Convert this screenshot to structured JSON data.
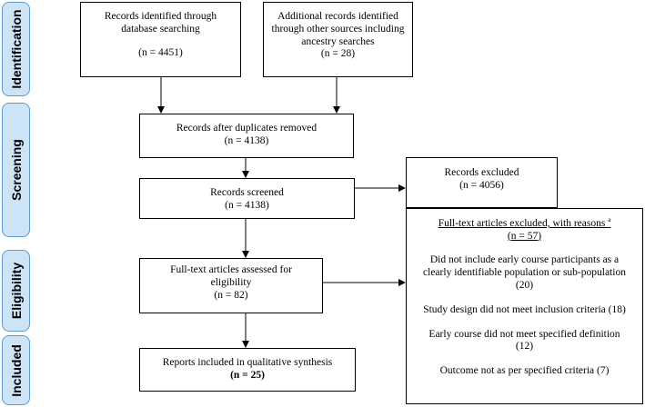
{
  "phases": {
    "identification": "Identification",
    "screening": "Screening",
    "eligibility": "Eligibility",
    "included": "Included"
  },
  "boxes": {
    "db": {
      "line1": "Records identified through",
      "line2": "database searching",
      "count": "(n = 4451)"
    },
    "other": {
      "line1": "Additional records identified",
      "line2": "through other sources including",
      "line3": "ancestry searches",
      "count": "(n = 28)"
    },
    "dup": {
      "line1": "Records after duplicates removed",
      "count": "(n = 4138)"
    },
    "screened": {
      "line1": "Records screened",
      "count": "(n = 4138)"
    },
    "excluded": {
      "line1": "Records excluded",
      "count": "(n = 4056)"
    },
    "fulltext": {
      "line1": "Full-text articles assessed for",
      "line2": "eligibility",
      "count": "(n = 82)"
    },
    "ft_excluded": {
      "title": "Full-text articles excluded, with reasons",
      "title_sup": "a",
      "count": "(n = 57)",
      "r1a": "Did not include early course participants as a",
      "r1b": "clearly identifiable population or sub-population",
      "r1c": "(20)",
      "r2": "Study design did not meet inclusion criteria (18)",
      "r3a": "Early course did not meet specified definition",
      "r3b": "(12)",
      "r4": "Outcome not as per specified criteria (7)"
    },
    "included": {
      "line1": "Reports included in qualitative synthesis",
      "count": "(n = 25)"
    }
  }
}
